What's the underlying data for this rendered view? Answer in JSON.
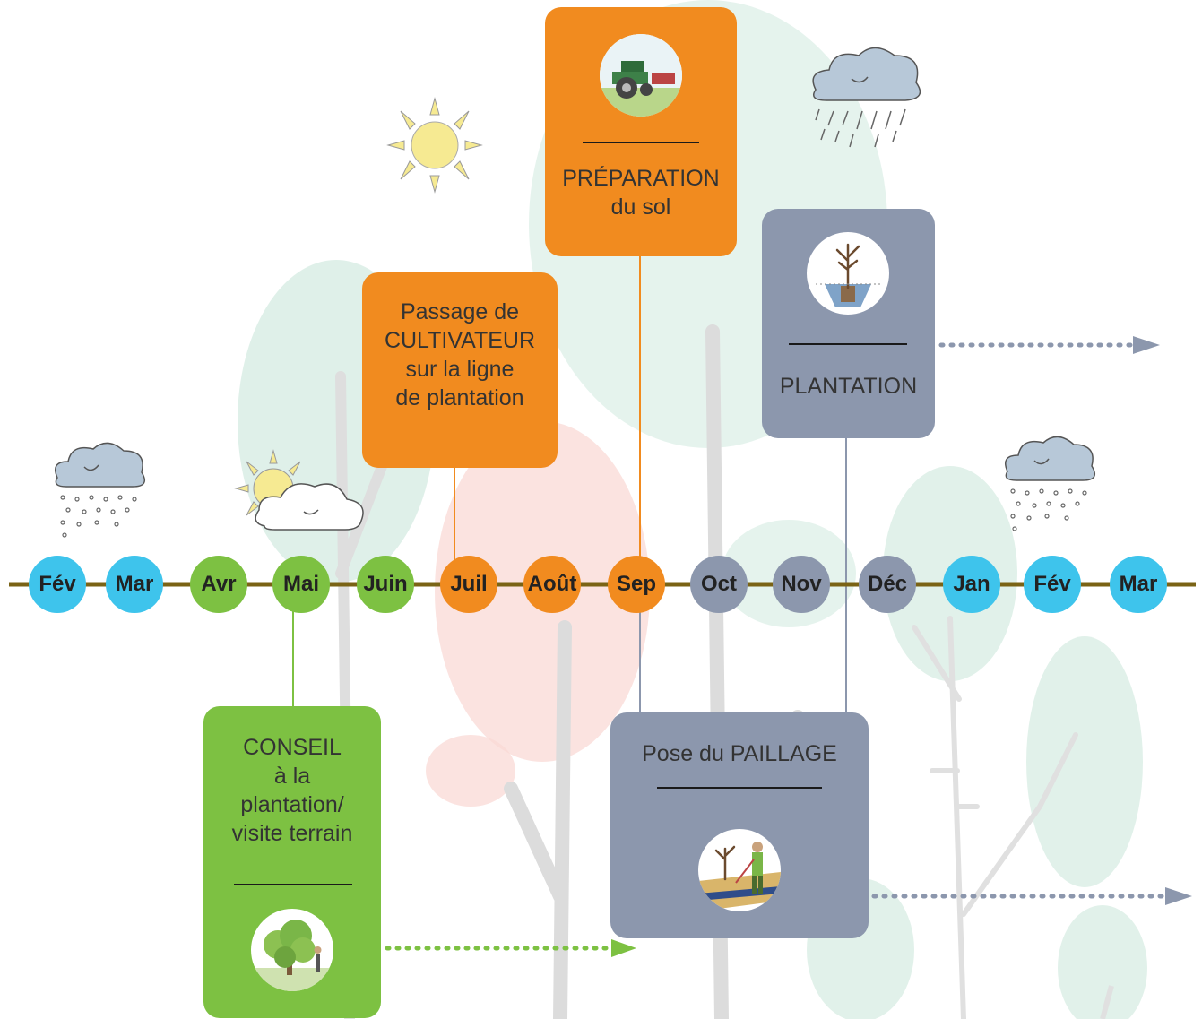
{
  "colors": {
    "blue": "#3ec4ec",
    "green": "#7dc142",
    "orange": "#f18b1f",
    "grey": "#8c97ad",
    "axis": "#7a6315"
  },
  "months": [
    {
      "label": "Fév",
      "color": "blue"
    },
    {
      "label": "Mar",
      "color": "blue"
    },
    {
      "label": "Avr",
      "color": "green"
    },
    {
      "label": "Mai",
      "color": "green"
    },
    {
      "label": "Juin",
      "color": "green"
    },
    {
      "label": "Juil",
      "color": "orange"
    },
    {
      "label": "Août",
      "color": "orange"
    },
    {
      "label": "Sep",
      "color": "orange"
    },
    {
      "label": "Oct",
      "color": "grey"
    },
    {
      "label": "Nov",
      "color": "grey"
    },
    {
      "label": "Déc",
      "color": "grey"
    },
    {
      "label": "Jan",
      "color": "blue"
    },
    {
      "label": "Fév",
      "color": "blue"
    },
    {
      "label": "Mar",
      "color": "blue"
    }
  ],
  "steps": {
    "conseil": {
      "lines": [
        "CONSEIL",
        "à la",
        "plantation/",
        "visite terrain"
      ],
      "icon": "tree-and-person-icon",
      "month": "Mai"
    },
    "cultivateur": {
      "lines": [
        "Passage de",
        "CULTIVATEUR",
        "sur la ligne",
        "de plantation"
      ],
      "month": "Juil"
    },
    "preparation": {
      "lines": [
        "PRÉPARATION",
        "du sol"
      ],
      "icon": "tractor-icon",
      "month": "Sep"
    },
    "plantation": {
      "lines": [
        "PLANTATION"
      ],
      "icon": "sapling-icon",
      "month": "Déc"
    },
    "paillage": {
      "lines": [
        "Pose du PAILLAGE"
      ],
      "icon": "mulching-icon",
      "month": "Sep"
    }
  },
  "weather": [
    "sun-icon",
    "rain-cloud-icon",
    "snow-cloud-icon",
    "sun-and-cloud-icon",
    "snow-cloud-icon"
  ]
}
